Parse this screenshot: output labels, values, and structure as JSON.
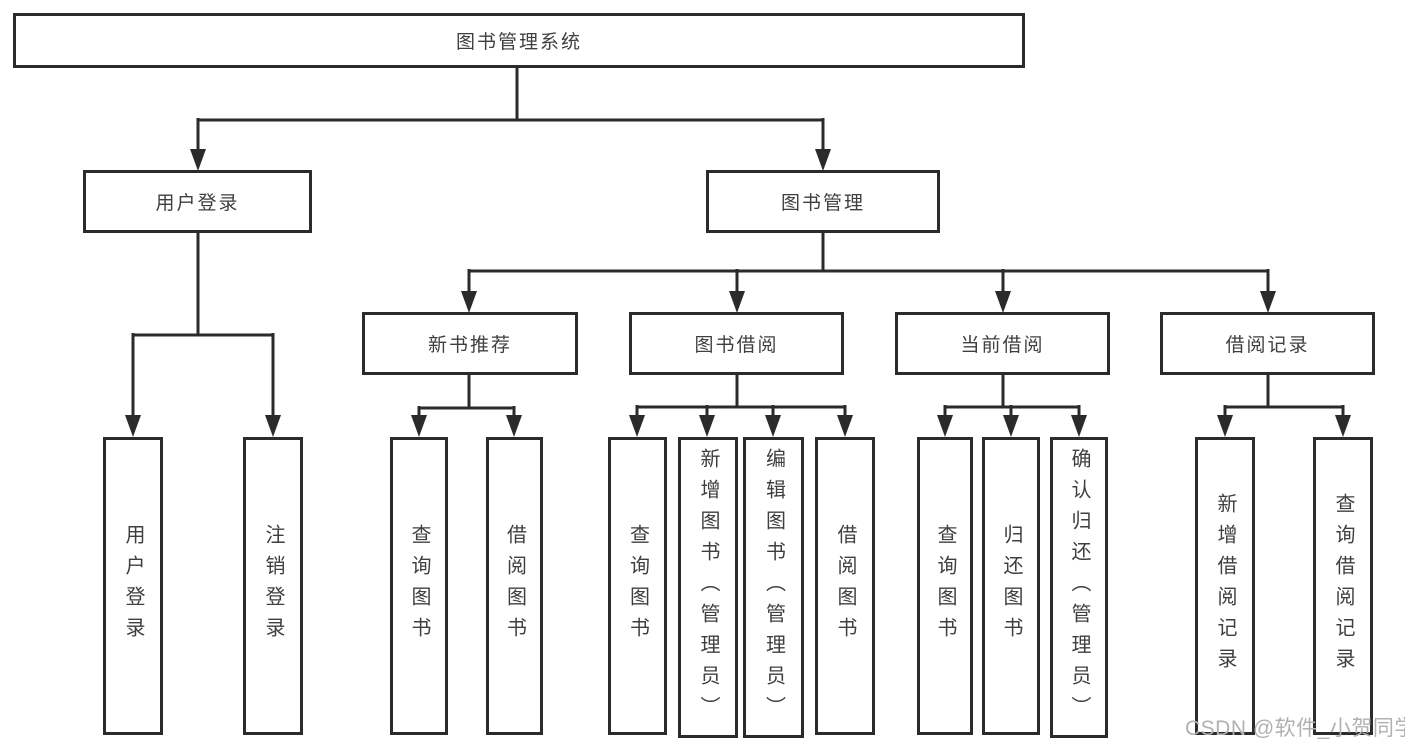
{
  "diagram_title": "图书管理系统",
  "nodes": {
    "root": "图书管理系统",
    "user_login": "用户登录",
    "book_mgmt": "图书管理",
    "new_book_rec": "新书推荐",
    "book_borrow": "图书借阅",
    "current_borrow": "当前借阅",
    "borrow_records": "借阅记录",
    "leaf_user_login": "用户登录",
    "leaf_logout": "注销登录",
    "nb_query": "查询图书",
    "nb_borrow": "借阅图书",
    "bb_query": "查询图书",
    "bb_add": "新增图书（管理员）",
    "bb_edit": "编辑图书（管理员）",
    "bb_borrow": "借阅图书",
    "cb_query": "查询图书",
    "cb_return": "归还图书",
    "cb_confirm": "确认归还（管理员）",
    "br_add": "新增借阅记录",
    "br_query": "查询借阅记录"
  },
  "hierarchy": {
    "label": "图书管理系统",
    "children": [
      {
        "label": "用户登录",
        "children": [
          {
            "label": "用户登录"
          },
          {
            "label": "注销登录"
          }
        ]
      },
      {
        "label": "图书管理",
        "children": [
          {
            "label": "新书推荐",
            "children": [
              {
                "label": "查询图书"
              },
              {
                "label": "借阅图书"
              }
            ]
          },
          {
            "label": "图书借阅",
            "children": [
              {
                "label": "查询图书"
              },
              {
                "label": "新增图书（管理员）"
              },
              {
                "label": "编辑图书（管理员）"
              },
              {
                "label": "借阅图书"
              }
            ]
          },
          {
            "label": "当前借阅",
            "children": [
              {
                "label": "查询图书"
              },
              {
                "label": "归还图书"
              },
              {
                "label": "确认归还（管理员）"
              }
            ]
          },
          {
            "label": "借阅记录",
            "children": [
              {
                "label": "新增借阅记录"
              },
              {
                "label": "查询借阅记录"
              }
            ]
          }
        ]
      }
    ]
  },
  "watermark": {
    "text": "CSDN @软件_小贺同学"
  },
  "colors": {
    "line": "#2b2b2b",
    "box_border": "#2b2b2b",
    "text": "#3f3f3f",
    "watermark": "#b1b1b1",
    "background": "#ffffff"
  }
}
